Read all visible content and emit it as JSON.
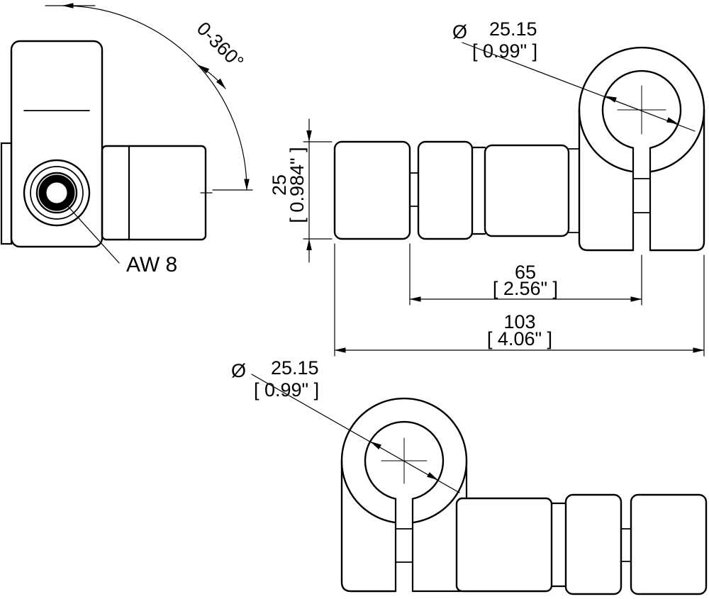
{
  "colors": {
    "line": "#000000",
    "background": "#ffffff"
  },
  "labels": {
    "rotation_range": "0-360°",
    "wrench_size": "AW 8"
  },
  "dimensions": {
    "bore_top": {
      "prefix": "Ø",
      "mm": "25.15",
      "inch": "[ 0.99\" ]"
    },
    "bore_bottom": {
      "prefix": "Ø",
      "mm": "25.15",
      "inch": "[ 0.99\" ]"
    },
    "body_diameter": {
      "mm": "25",
      "inch": "[ 0.984\" ]"
    },
    "length_partial": {
      "mm": "65",
      "inch": "[ 2.56\" ]"
    },
    "length_overall": {
      "mm": "103",
      "inch": "[ 4.06\" ]"
    }
  }
}
